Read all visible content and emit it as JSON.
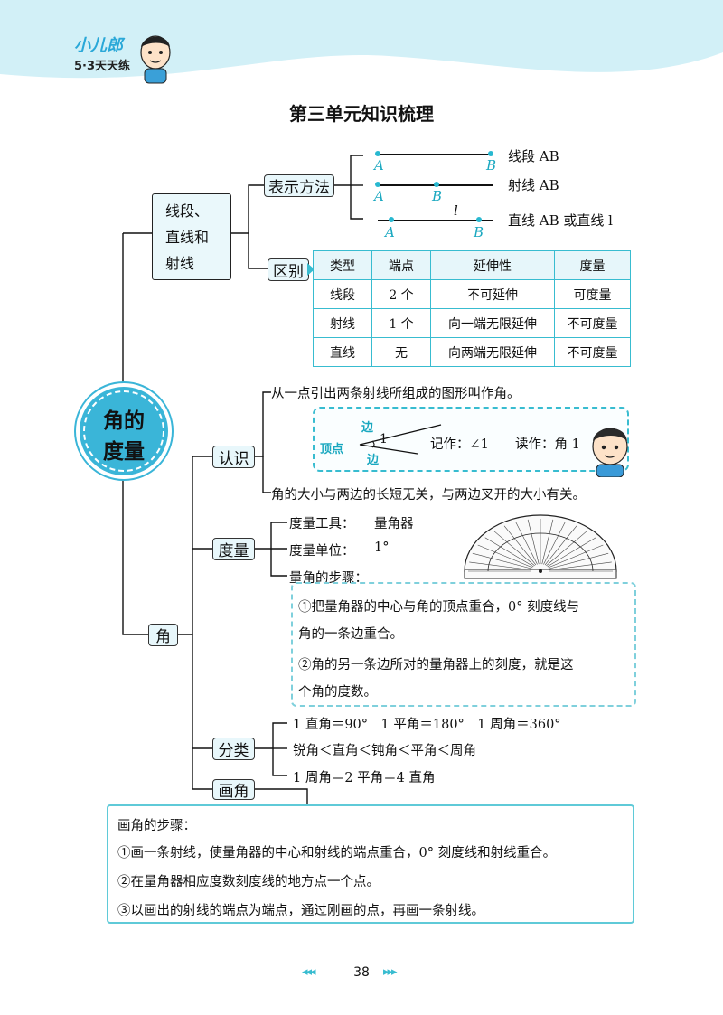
{
  "header": {
    "brand_top": "小儿郎",
    "brand_bottom": "5·3天天练"
  },
  "title": "第三单元知识梳理",
  "center_label": {
    "line1": "角的",
    "line2": "度量"
  },
  "branch_lines": {
    "label": "线段、直线和射线",
    "label_l1": "线段、",
    "label_l2": "直线和",
    "label_l3": "射线",
    "representation": {
      "tag": "表示方法",
      "segment": {
        "name": "线段 AB",
        "p1": "A",
        "p2": "B"
      },
      "ray": {
        "name": "射线 AB",
        "p1": "A",
        "p2": "B"
      },
      "line": {
        "name": "直线 AB 或直线 l",
        "p1": "A",
        "p2": "B",
        "l": "l"
      }
    },
    "difference": {
      "tag": "区别",
      "headers": [
        "类型",
        "端点",
        "延伸性",
        "度量"
      ],
      "rows": [
        [
          "线段",
          "2 个",
          "不可延伸",
          "可度量"
        ],
        [
          "射线",
          "1 个",
          "向一端无限延伸",
          "不可度量"
        ],
        [
          "直线",
          "无",
          "向两端无限延伸",
          "不可度量"
        ]
      ]
    }
  },
  "branch_angle": {
    "tag": "角",
    "recognize": {
      "tag": "认识",
      "definition": "从一点引出两条射线所组成的图形叫作角。",
      "diagram": {
        "vertex": "顶点",
        "side_top": "边",
        "side_bottom": "边",
        "angle_no": "1",
        "notation": "记作：∠1",
        "reading": "读作：角 1"
      },
      "note": "角的大小与两边的长短无关，与两边叉开的大小有关。"
    },
    "measure": {
      "tag": "度量",
      "tool_label": "度量工具：",
      "tool_value": "量角器",
      "unit_label": "度量单位：",
      "unit_value": "1°",
      "steps_label": "量角的步骤：",
      "step1_l1": "①把量角器的中心与角的顶点重合，0° 刻度线与",
      "step1_l2": "角的一条边重合。",
      "step2_l1": "②角的另一条边所对的量角器上的刻度，就是这",
      "step2_l2": "个角的度数。"
    },
    "classify": {
      "tag": "分类",
      "line1": "1 直角＝90°　1 平角＝180°　1 周角＝360°",
      "line2": "锐角＜直角＜钝角＜平角＜周角",
      "line3": "1 周角＝2 平角＝4 直角"
    },
    "draw": {
      "tag": "画角",
      "title": "画角的步骤：",
      "step1": "①画一条射线，使量角器的中心和射线的端点重合，0° 刻度线和射线重合。",
      "step2": "②在量角器相应度数刻度线的地方点一个点。",
      "step3": "③以画出的射线的端点为端点，通过刚画的点，再画一条射线。"
    }
  },
  "footer": {
    "page_number": "38",
    "left_arrows": "◂◂◂",
    "right_arrows": "▸▸▸"
  },
  "colors": {
    "accent": "#38bcd0",
    "wave": "#cfeff6",
    "tag_bg": "#e8f7fb"
  }
}
